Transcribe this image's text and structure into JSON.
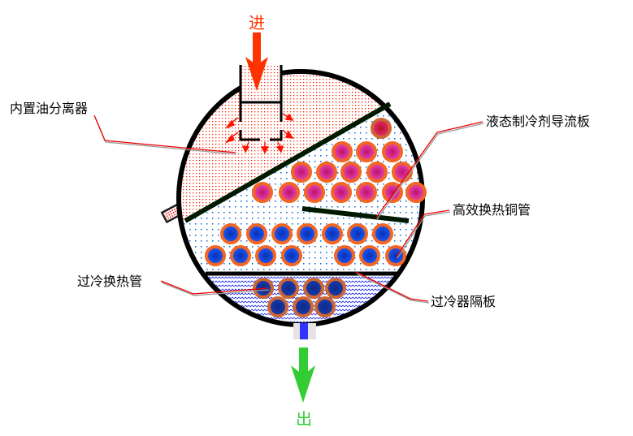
{
  "labels": {
    "inlet": "进",
    "outlet": "出",
    "oil_separator": "内置油分离器",
    "guide_plate": "液态制冷剂导流板",
    "copper_tubes": "高效换热铜管",
    "subcool_tubes": "过冷换热管",
    "subcool_plate": "过冷器隔板"
  },
  "colors": {
    "inlet_arrow": "#ff3300",
    "outlet_arrow": "#33cc33",
    "gas_dots": "#ff2200",
    "liquid_dots": "#0066dd",
    "tube_ring": "#f26522",
    "pink_tube": "#e0309a",
    "blue_tube": "#1144dd",
    "subcool_tube": "#1a3399"
  }
}
